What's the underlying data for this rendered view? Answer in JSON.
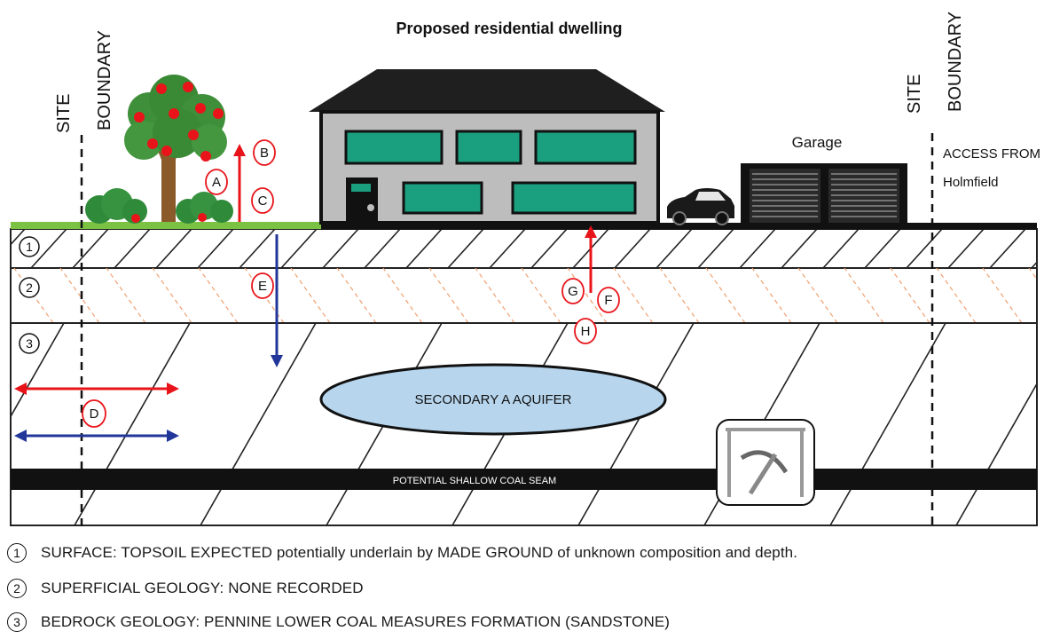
{
  "title": "Proposed residential dwelling",
  "site_label": "SITE",
  "boundary_label": "BOUNDARY",
  "garage_label": "Garage",
  "access_line1": "ACCESS FROM",
  "access_line2": "Holmfield",
  "aquifer_label": "SECONDARY A AQUIFER",
  "coal_seam_label": "POTENTIAL SHALLOW COAL SEAM",
  "pathway_markers": [
    "A",
    "B",
    "C",
    "D",
    "E",
    "F",
    "G",
    "H"
  ],
  "layers": [
    {
      "number": "1",
      "description": "SURFACE: TOPSOIL EXPECTED potentially underlain by MADE GROUND of unknown composition and depth."
    },
    {
      "number": "2",
      "description": "SUPERFICIAL GEOLOGY: NONE RECORDED"
    },
    {
      "number": "3",
      "description": "BEDROCK GEOLOGY: PENNINE LOWER COAL MEASURES FORMATION (SANDSTONE)"
    }
  ],
  "colors": {
    "red_arrow": "#e8141a",
    "blue_arrow": "#22369a",
    "window_fill": "#1aa07e",
    "house_wall": "#bdbdbd",
    "roof": "#1f1f1f",
    "grass": "#7cc242",
    "aquifer_fill": "#b7d6ee",
    "superficial_hatch": "#f0a070"
  },
  "icons": [
    "tree-icon",
    "bush-icon",
    "car-icon",
    "mine-pickaxe-icon"
  ]
}
